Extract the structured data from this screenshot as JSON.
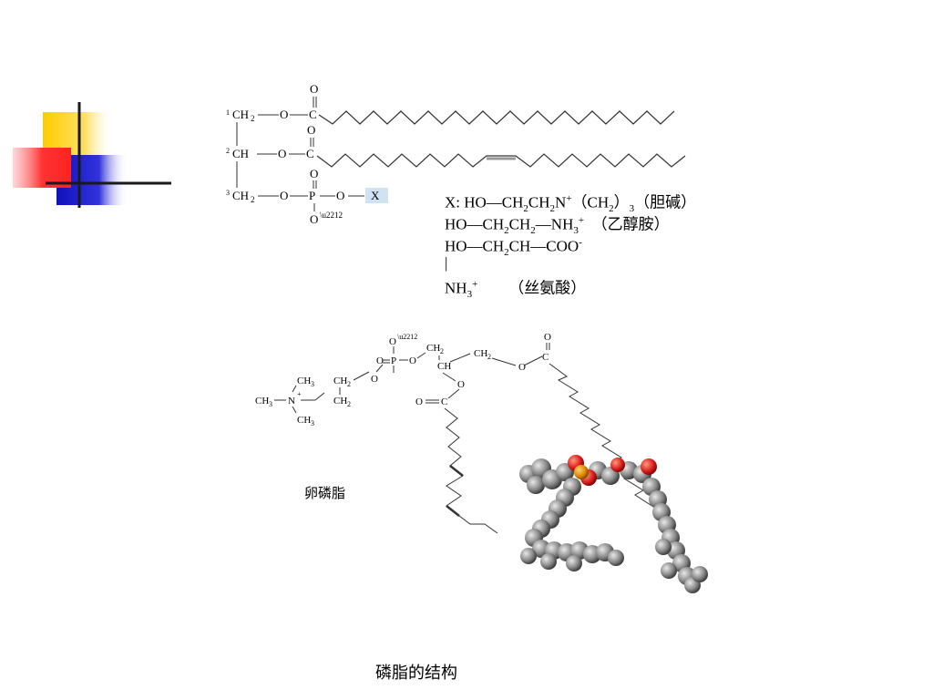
{
  "slide": {
    "top_structure": {
      "rows": [
        {
          "num": "1",
          "group": "CH₂—O—C"
        },
        {
          "num": "2",
          "group": "CH—O—C"
        },
        {
          "num": "3",
          "group": "CH₂—O—P—O—X"
        }
      ],
      "x_label": "X"
    },
    "x_groups": {
      "line1_prefix": "X:  HO—CH",
      "line1_main": "2",
      "line1_mid": "CH",
      "line1_sub2": "2",
      "line1_tail": "N",
      "line1_plus": "+",
      "line1_paren": "（CH",
      "line1_sub3": "2",
      "line1_close": "）",
      "line1_sub4": "3",
      "line1_name": "（胆碱）",
      "line2_a": "HO—CH",
      "line2_s1": "2",
      "line2_b": "CH",
      "line2_s2": "2",
      "line2_c": "—NH",
      "line2_s3": "3",
      "line2_plus": "+",
      "line2_name": "（乙醇胺）",
      "line3_a": "HO—CH",
      "line3_s1": "2",
      "line3_b": "CH—COO",
      "line3_minus": "-",
      "line4_bar": "|",
      "line5_a": "NH",
      "line5_s1": "3",
      "line5_plus": "+",
      "line5_name": "（丝氨酸）"
    },
    "bottom_structure": {
      "label": "卵磷脂"
    },
    "caption": "磷脂的结构"
  },
  "colors": {
    "yellow": "#FFCC00",
    "red": "#FF3333",
    "blue": "#2222CC",
    "x_box": "#CFE3F2",
    "bond": "#333333"
  }
}
